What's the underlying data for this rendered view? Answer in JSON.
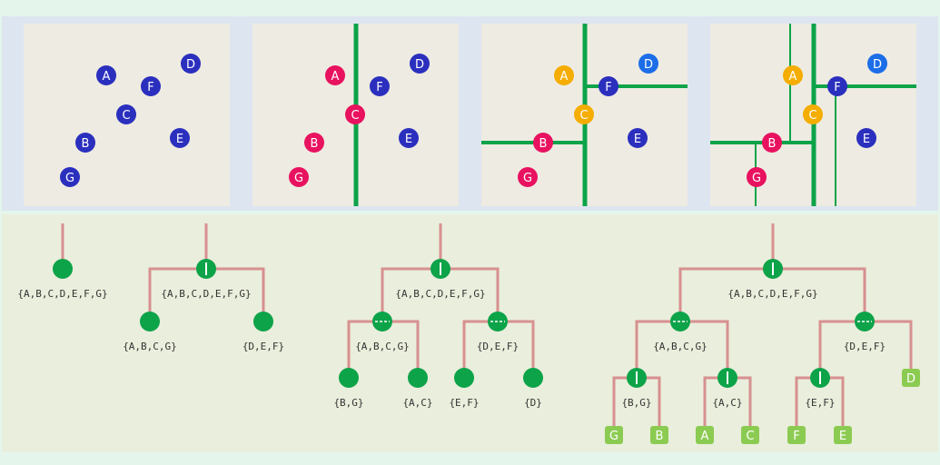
{
  "colors": {
    "background": "#e4f6ec",
    "top_band": "#dde5f0",
    "bottom_band": "#eaeedc",
    "panel": "#eeebe2",
    "point_blue": "#2b2fbe",
    "point_pink": "#e8125f",
    "point_yellow": "#f4ad00",
    "point_lightblue": "#1c6ee8",
    "split_line": "#0ca349",
    "tree_edge": "#d79090",
    "tree_node": "#0ca349",
    "leaf": "#8ccb52"
  },
  "points": [
    "A",
    "B",
    "C",
    "D",
    "E",
    "F",
    "G"
  ],
  "sets": {
    "root": "{A,B,C,D,E,F,G}",
    "abcg": "{A,B,C,G}",
    "def": "{D,E,F}",
    "bg": "{B,G}",
    "ac": "{A,C}",
    "ef": "{E,F}",
    "d": "{D}"
  },
  "leaves": [
    "G",
    "B",
    "A",
    "C",
    "F",
    "E",
    "D"
  ]
}
